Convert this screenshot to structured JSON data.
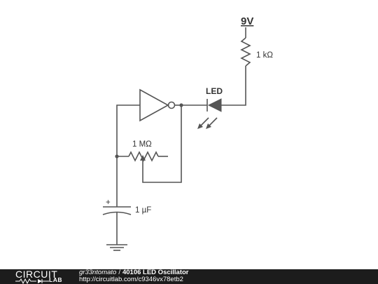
{
  "schematic": {
    "labels": {
      "supply": "9V",
      "resistor": "1 kΩ",
      "led": "LED",
      "potentiometer": "1 MΩ",
      "capacitor_polarity": "+",
      "capacitor": "1 µF"
    },
    "colors": {
      "wire": "#555555",
      "text": "#333333"
    }
  },
  "footer": {
    "brand": {
      "top": "CIRCUIT",
      "bottom": "LAB"
    },
    "author": "gr33ntomato",
    "separator": "/",
    "title": "40106 LED Oscillator",
    "url": "http://circuitlab.com/c9346vx78etb2",
    "background": "#1c1c1c"
  }
}
